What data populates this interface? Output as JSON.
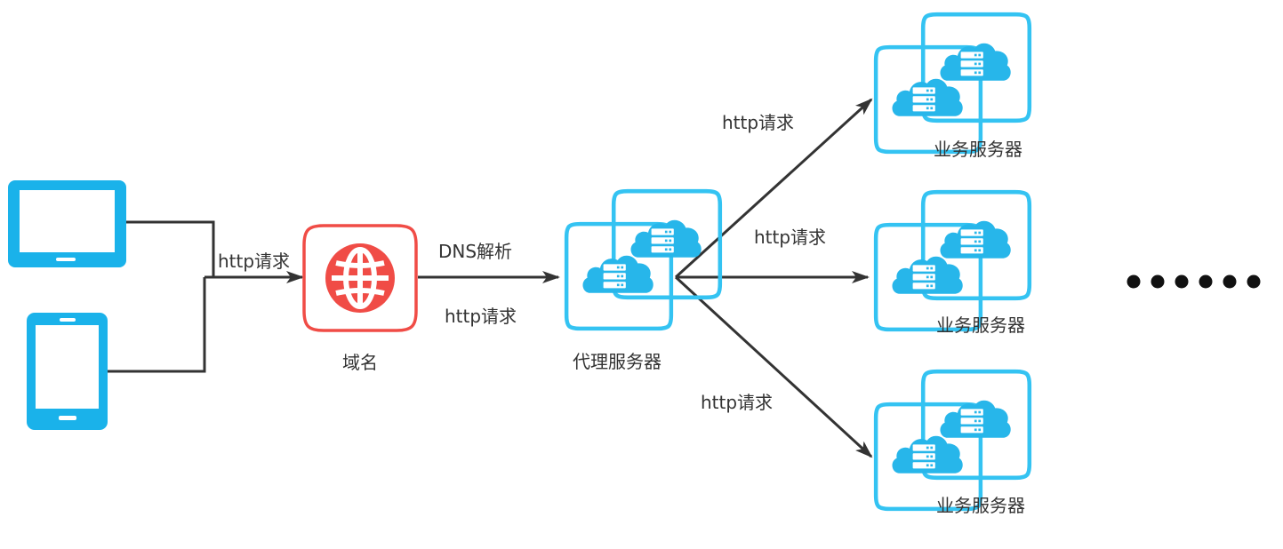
{
  "colors": {
    "device": "#1ab2ea",
    "cloud_outline": "#34c3f2",
    "cloud_fill": "#27b6ea",
    "domain": "#f04c46",
    "line": "#333333",
    "text": "#333333",
    "dots": "#111111"
  },
  "clients": [
    {
      "icon": "tablet-icon"
    },
    {
      "icon": "phone-icon"
    }
  ],
  "edges": {
    "client_to_domain": "http请求",
    "domain_to_proxy_top": "DNS解析",
    "domain_to_proxy_bottom": "http请求",
    "proxy_to_server_top": "http请求",
    "proxy_to_server_middle": "http请求",
    "proxy_to_server_bottom": "http请求"
  },
  "nodes": {
    "domain": {
      "label": "域名",
      "icon": "globe-icon"
    },
    "proxy": {
      "label": "代理服务器",
      "icon": "cloud-server-icon"
    },
    "servers": [
      {
        "label": "业务服务器",
        "icon": "cloud-server-icon"
      },
      {
        "label": "业务服务器",
        "icon": "cloud-server-icon"
      },
      {
        "label": "业务服务器",
        "icon": "cloud-server-icon"
      }
    ]
  },
  "ellipsis": {
    "label": "more-servers",
    "count": 6
  }
}
